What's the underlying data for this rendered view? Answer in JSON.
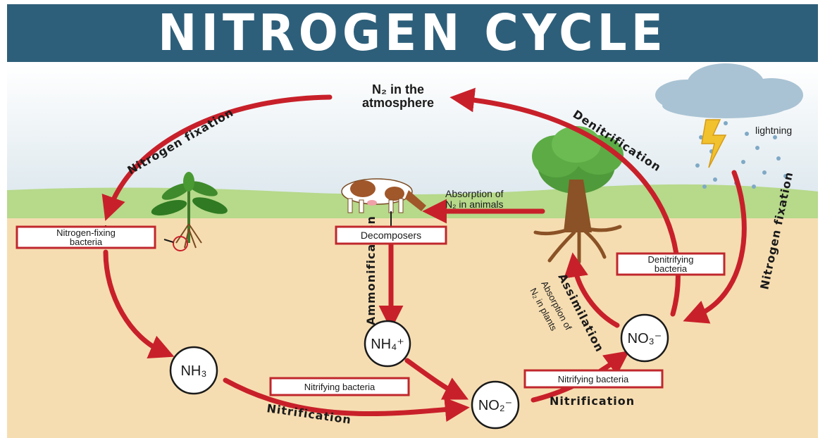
{
  "title": "NITROGEN CYCLE",
  "atmosphere": {
    "line1": "N₂ in the",
    "line2": "atmosphere"
  },
  "processes": {
    "nitrogen_fixation_left": "Nitrogen fixation",
    "nitrogen_fixation_right": "Nitrogen fixation",
    "denitrification": "Denitrification",
    "ammonification": "Ammonification",
    "assimilation": "Assimilation",
    "nitrification_bottom": "Nitrification",
    "nitrification_right": "Nitrification"
  },
  "boxes": {
    "nitrogen_fixing_line1": "Nitrogen-fixing",
    "nitrogen_fixing_line2": "bacteria",
    "decomposers": "Decomposers",
    "denitrifying_line1": "Denitrifying",
    "denitrifying_line2": "bacteria",
    "nitrifying_1": "Nitrifying bacteria",
    "nitrifying_2": "Nitrifying bacteria"
  },
  "nodes": {
    "nh3": "NH₃",
    "nh4": "NH₄⁺",
    "no2": "NO₂⁻",
    "no3": "NO₃⁻"
  },
  "annotations": {
    "absorption_animals_line1": "Absorption of",
    "absorption_animals_line2": "N₂ in animals",
    "absorption_plants_line1": "Absorption of",
    "absorption_plants_line2": "N₂ in plants",
    "lightning": "lightning"
  },
  "colors": {
    "banner": "#2e5f7a",
    "arrow": "#c8202a",
    "soil": "#f6ddb1",
    "grass": "#b6d98a",
    "sky": "#e6edf2"
  }
}
